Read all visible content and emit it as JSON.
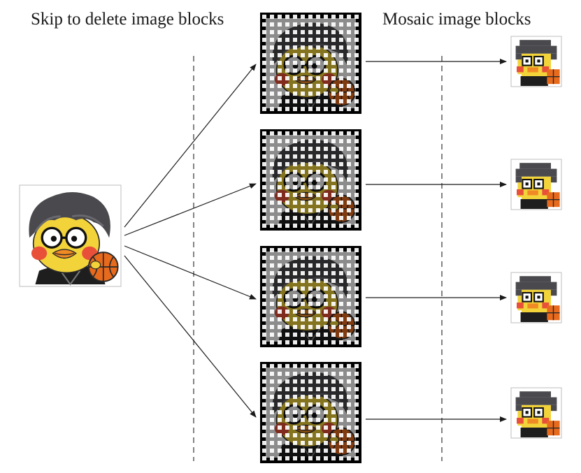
{
  "labels": {
    "left": "Skip to delete image blocks",
    "right": "Mosaic image blocks"
  },
  "figure": {
    "source_image": "duck-character-with-basketball",
    "masked_blocks": [
      "masked-grid-1",
      "masked-grid-2",
      "masked-grid-3",
      "masked-grid-4"
    ],
    "mosaic_outputs": [
      "mosaic-output-1",
      "mosaic-output-2",
      "mosaic-output-3",
      "mosaic-output-4"
    ]
  },
  "colors": {
    "skin": "#f2d33a",
    "hair": "#4a4a4e",
    "cheek": "#e8503a",
    "beak": "#f08a24",
    "ball": "#e86a1c",
    "shirt": "#1e1e1e",
    "grid_line": "#000000",
    "hole": "#ffffff",
    "arrow": "#1a1a1a",
    "divider": "#333333"
  }
}
